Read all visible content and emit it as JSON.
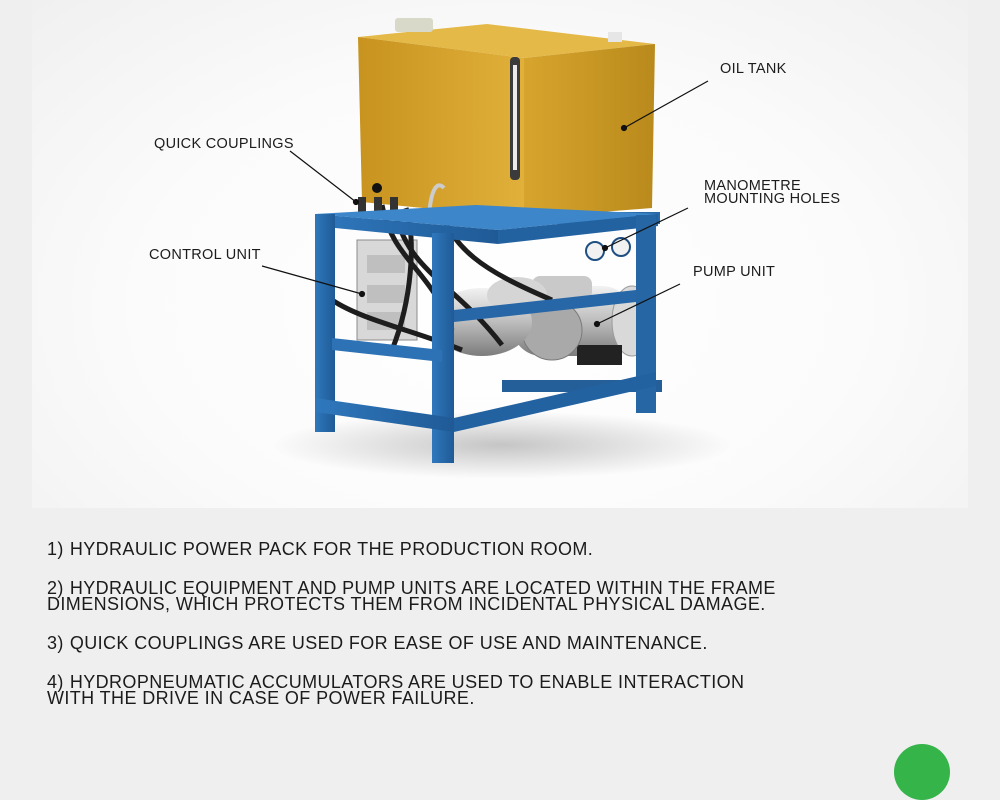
{
  "callouts": {
    "oil_tank": "OIL TANK",
    "quick_couplings": "QUICK COUPLINGS",
    "manometre_line1": "MANOMETRE",
    "manometre_line2": "MOUNTING HOLES",
    "control_unit": "CONTROL UNIT",
    "pump_unit": "PUMP UNIT"
  },
  "notes": [
    {
      "num": "1)",
      "text": "HYDRAULIC POWER PACK FOR THE PRODUCTION ROOM."
    },
    {
      "num": "2)",
      "text": "HYDRAULIC EQUIPMENT AND PUMP UNITS ARE LOCATED WITHIN THE FRAME",
      "text2": "DIMENSIONS, WHICH PROTECTS THEM FROM INCIDENTAL PHYSICAL DAMAGE."
    },
    {
      "num": "3)",
      "text": "QUICK COUPLINGS ARE USED FOR EASE OF USE AND MAINTENANCE."
    },
    {
      "num": "4)",
      "text": "HYDROPNEUMATIC ACCUMULATORS ARE USED TO ENABLE INTERACTION",
      "text2": "WITH THE DRIVE IN CASE OF POWER FAILURE."
    }
  ],
  "colors": {
    "tank": "#d9a82c",
    "frame": "#2a6fb0",
    "background": "#efefef",
    "badge": "#35b44a"
  }
}
